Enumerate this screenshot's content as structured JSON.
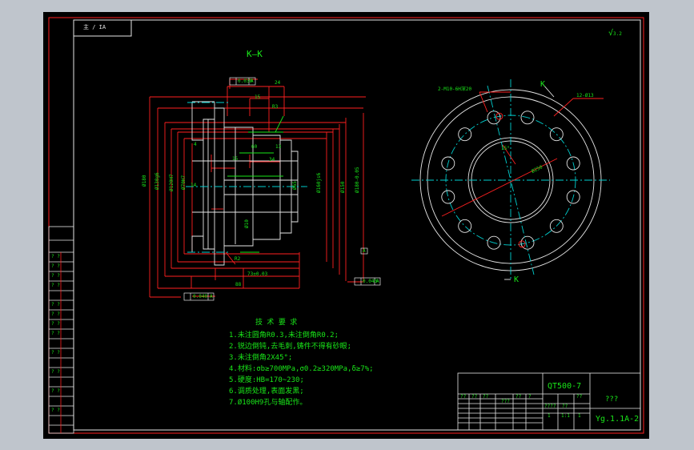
{
  "colors": {
    "background": "#000000",
    "frame": "#ff2020",
    "outline": "#e6e6e6",
    "dimension": "#19e619",
    "centerline": "#00d0d0",
    "surround": "#bfc5cc"
  },
  "corner_tag": "主 /  IA",
  "roughness_symbol": "√",
  "roughness_value": "3.2",
  "section_view": {
    "title": "K—K",
    "datum_tags": [
      "A",
      "A",
      "A",
      "A"
    ],
    "tolerances": [
      "0.030",
      "0.040",
      "0.040"
    ],
    "dims": {
      "top_offset": "24",
      "step_15": "15",
      "r3": "R3",
      "r2": "R2",
      "d15": "15",
      "d4": "4",
      "d60": "60",
      "d70": "73±0.03",
      "d88": "88",
      "d14": "14",
      "d34": "34",
      "d13": "13",
      "phi_main": "Ø180",
      "phi_inner": "Ø130g6",
      "phi_bore": "Ø120H7",
      "phi_mid": "Ø160js6",
      "phi_right": "Ø150",
      "phi_hub": "Ø180-0.05",
      "phi_a": "Ø70H7",
      "phi_b": "Ø65",
      "phi_c": "Ø10"
    }
  },
  "face_view": {
    "k_label": "K",
    "k_bottom": "K",
    "note_holes_left": "2-M10-6H深20",
    "note_holes_right": "12-Ø13",
    "angle": "15°",
    "diameter": "Ø250"
  },
  "notes": {
    "title": "技 术 要 求",
    "lines": [
      "1.未注圆角R0.3,未注倒角R0.2;",
      "2.锐边倒钝,去毛刺,铸件不得有砂眼;",
      "3.未注倒角2X45°;",
      "4.材料:σb≥700MPa,σ0.2≥320MPa,δ≥7%;",
      "5.硬度:HB=170~230;",
      "6.调质处理,表面发黑;",
      "7.Ø100H9孔与轴配作。"
    ]
  },
  "title_block": {
    "material": "QT500-7",
    "part_name": "???",
    "drawing_no": "Yg.1.1A-2",
    "small_cells": [
      "??",
      "??",
      "??",
      "??",
      "?",
      "??"
    ],
    "scale_cells": [
      "1",
      "1:1",
      "1"
    ],
    "q": "???",
    "q2": "????",
    "q3": "??"
  },
  "side_table_marks": [
    "? ?",
    "? ?",
    "? ?",
    "? ?",
    "? ?",
    "? ?",
    "? ?",
    "? ?",
    "? ?",
    "? ?",
    "? ?",
    "? ?"
  ]
}
